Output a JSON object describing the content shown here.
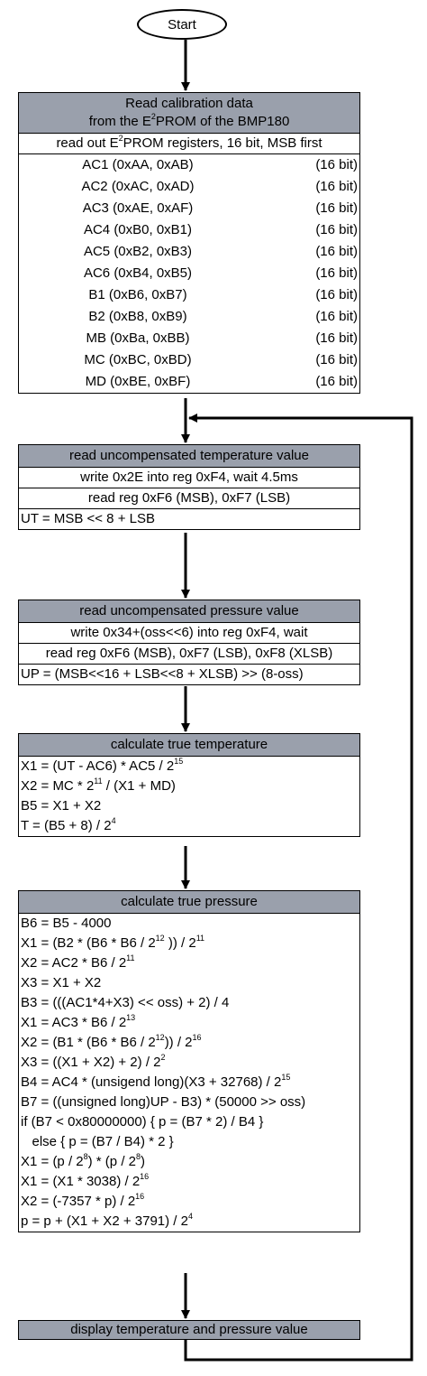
{
  "start": {
    "label": "Start"
  },
  "calibration": {
    "title_line1": "Read calibration data",
    "title_line2_pre": "from the E",
    "title_line2_sup": "2",
    "title_line2_post": "PROM of the BMP180",
    "subtitle_pre": "read out E",
    "subtitle_sup": "2",
    "subtitle_post": "PROM registers, 16 bit, MSB first",
    "registers": [
      {
        "name": "AC1 (0xAA, 0xAB)",
        "size": "(16 bit)"
      },
      {
        "name": "AC2 (0xAC, 0xAD)",
        "size": "(16 bit)"
      },
      {
        "name": "AC3 (0xAE, 0xAF)",
        "size": "(16 bit)"
      },
      {
        "name": "AC4 (0xB0, 0xB1)",
        "size": "(16 bit)"
      },
      {
        "name": "AC5 (0xB2, 0xB3)",
        "size": "(16 bit)"
      },
      {
        "name": "AC6 (0xB4, 0xB5)",
        "size": "(16 bit)"
      },
      {
        "name": "B1 (0xB6, 0xB7)",
        "size": "(16 bit)"
      },
      {
        "name": "B2 (0xB8, 0xB9)",
        "size": "(16 bit)"
      },
      {
        "name": "MB (0xBa, 0xBB)",
        "size": "(16 bit)"
      },
      {
        "name": "MC (0xBC, 0xBD)",
        "size": "(16 bit)"
      },
      {
        "name": "MD (0xBE, 0xBF)",
        "size": "(16 bit)"
      }
    ]
  },
  "ut_block": {
    "title": "read uncompensated temperature value",
    "line1": "write 0x2E into reg 0xF4, wait 4.5ms",
    "line2": "read reg 0xF6 (MSB), 0xF7 (LSB)",
    "line3": "UT = MSB << 8 + LSB"
  },
  "up_block": {
    "title": "read uncompensated pressure value",
    "line1": "write 0x34+(oss<<6) into reg 0xF4, wait",
    "line2": "read reg 0xF6 (MSB), 0xF7 (LSB), 0xF8 (XLSB)",
    "line3": "UP = (MSB<<16 + LSB<<8 + XLSB) >> (8-oss)"
  },
  "temp_block": {
    "title": "calculate true temperature",
    "lines": [
      {
        "pre": "X1 = (UT - AC6) * AC5 / 2",
        "sup": "15",
        "post": ""
      },
      {
        "pre": "X2 = MC * 2",
        "sup": "11",
        "post": " / (X1 + MD)"
      },
      {
        "pre": "B5 = X1 + X2",
        "sup": "",
        "post": ""
      },
      {
        "pre": "T = (B5 + 8) / 2",
        "sup": "4",
        "post": ""
      }
    ]
  },
  "press_block": {
    "title": "calculate true pressure",
    "lines": [
      {
        "pre": "B6 = B5 - 4000",
        "sup": "",
        "post": ""
      },
      {
        "pre": "X1 = (B2 * (B6 * B6 / 2",
        "sup": "12",
        "post": " )) / 2",
        "sup2": "11"
      },
      {
        "pre": "X2 = AC2 * B6 / 2",
        "sup": "11",
        "post": ""
      },
      {
        "pre": "X3 = X1 + X2",
        "sup": "",
        "post": ""
      },
      {
        "pre": "B3 = (((AC1*4+X3) << oss) + 2) / 4",
        "sup": "",
        "post": ""
      },
      {
        "pre": "X1 = AC3 * B6 / 2",
        "sup": "13",
        "post": ""
      },
      {
        "pre": "X2 = (B1 * (B6 * B6 / 2",
        "sup": "12",
        "post": ")) / 2",
        "sup2": "16"
      },
      {
        "pre": "X3 = ((X1 + X2) + 2) / 2",
        "sup": "2",
        "post": ""
      },
      {
        "pre": "B4 = AC4 * (unsigend long)(X3 + 32768) / 2",
        "sup": "15",
        "post": ""
      },
      {
        "pre": "B7 = ((unsigned long)UP - B3) * (50000 >> oss)",
        "sup": "",
        "post": ""
      },
      {
        "pre": "if (B7 < 0x80000000) { p = (B7 * 2) / B4 }",
        "sup": "",
        "post": ""
      },
      {
        "pre": "   else { p = (B7 / B4) * 2 }",
        "sup": "",
        "post": ""
      },
      {
        "pre": "X1 = (p / 2",
        "sup": "8",
        "post": ") * (p / 2",
        "sup2": "8",
        "post2": ")"
      },
      {
        "pre": "X1 = (X1 * 3038) / 2",
        "sup": "16",
        "post": ""
      },
      {
        "pre": "X2 = (-7357 * p) / 2",
        "sup": "16",
        "post": ""
      },
      {
        "pre": "p = p + (X1 + X2 + 3791) / 2",
        "sup": "4",
        "post": ""
      }
    ]
  },
  "display_block": {
    "title": "display temperature and pressure value"
  }
}
